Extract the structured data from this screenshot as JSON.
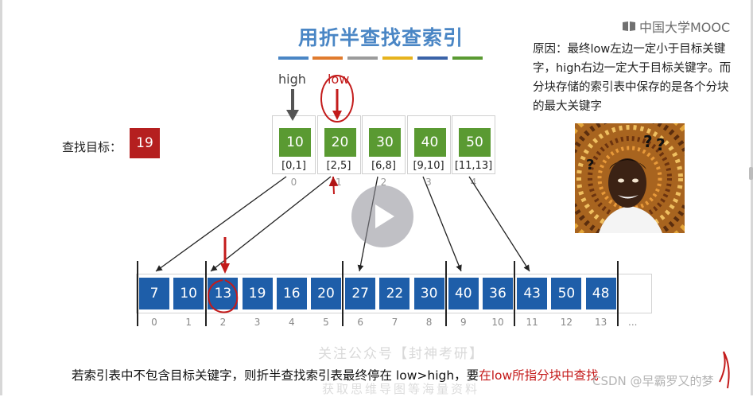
{
  "title": "用折半查找查索引",
  "logo_text": "中国大学MOOC",
  "reason_text": "原因：最终low左边一定小于目标关键字，high右边一定大于目标关键字。而分块存储的索引表中保存的是各个分块的最大关键字",
  "high_label": "high",
  "low_label": "low",
  "target": {
    "label": "查找目标：",
    "value": "19"
  },
  "index_table": [
    {
      "max": "10",
      "range": "[0,1]",
      "index": "0"
    },
    {
      "max": "20",
      "range": "[2,5]",
      "index": "1"
    },
    {
      "max": "30",
      "range": "[6,8]",
      "index": "2"
    },
    {
      "max": "40",
      "range": "[9,10]",
      "index": "3"
    },
    {
      "max": "50",
      "range": "[11,13]",
      "index": "4"
    }
  ],
  "array": {
    "values": [
      "7",
      "10",
      "13",
      "19",
      "16",
      "20",
      "27",
      "22",
      "30",
      "40",
      "36",
      "43",
      "50",
      "48"
    ],
    "indices": [
      "0",
      "1",
      "2",
      "3",
      "4",
      "5",
      "6",
      "7",
      "8",
      "9",
      "10",
      "11",
      "12",
      "13"
    ],
    "ellipsis": "..."
  },
  "bottom_text": {
    "part1": "若索引表中不包含目标关键字，则折半查找索引表最终停在 low>high，要",
    "part2": "在low所指分块中查找"
  },
  "watermark": {
    "line1": "关注公众号【封神考研】",
    "line2": "获取思维导图等海量资料",
    "csdn": "CSDN @早霸罗又的梦"
  },
  "colors": {
    "title": "#4a86c5",
    "index_green": "#5a9a32",
    "array_blue": "#1e5ea9",
    "target_red": "#b51f1f",
    "annotation_red": "#c31b1b",
    "deco": [
      "#4a86c5",
      "#e07b2e",
      "#9b9b9b",
      "#e6b31e",
      "#3a63a8",
      "#5a9a32"
    ]
  }
}
